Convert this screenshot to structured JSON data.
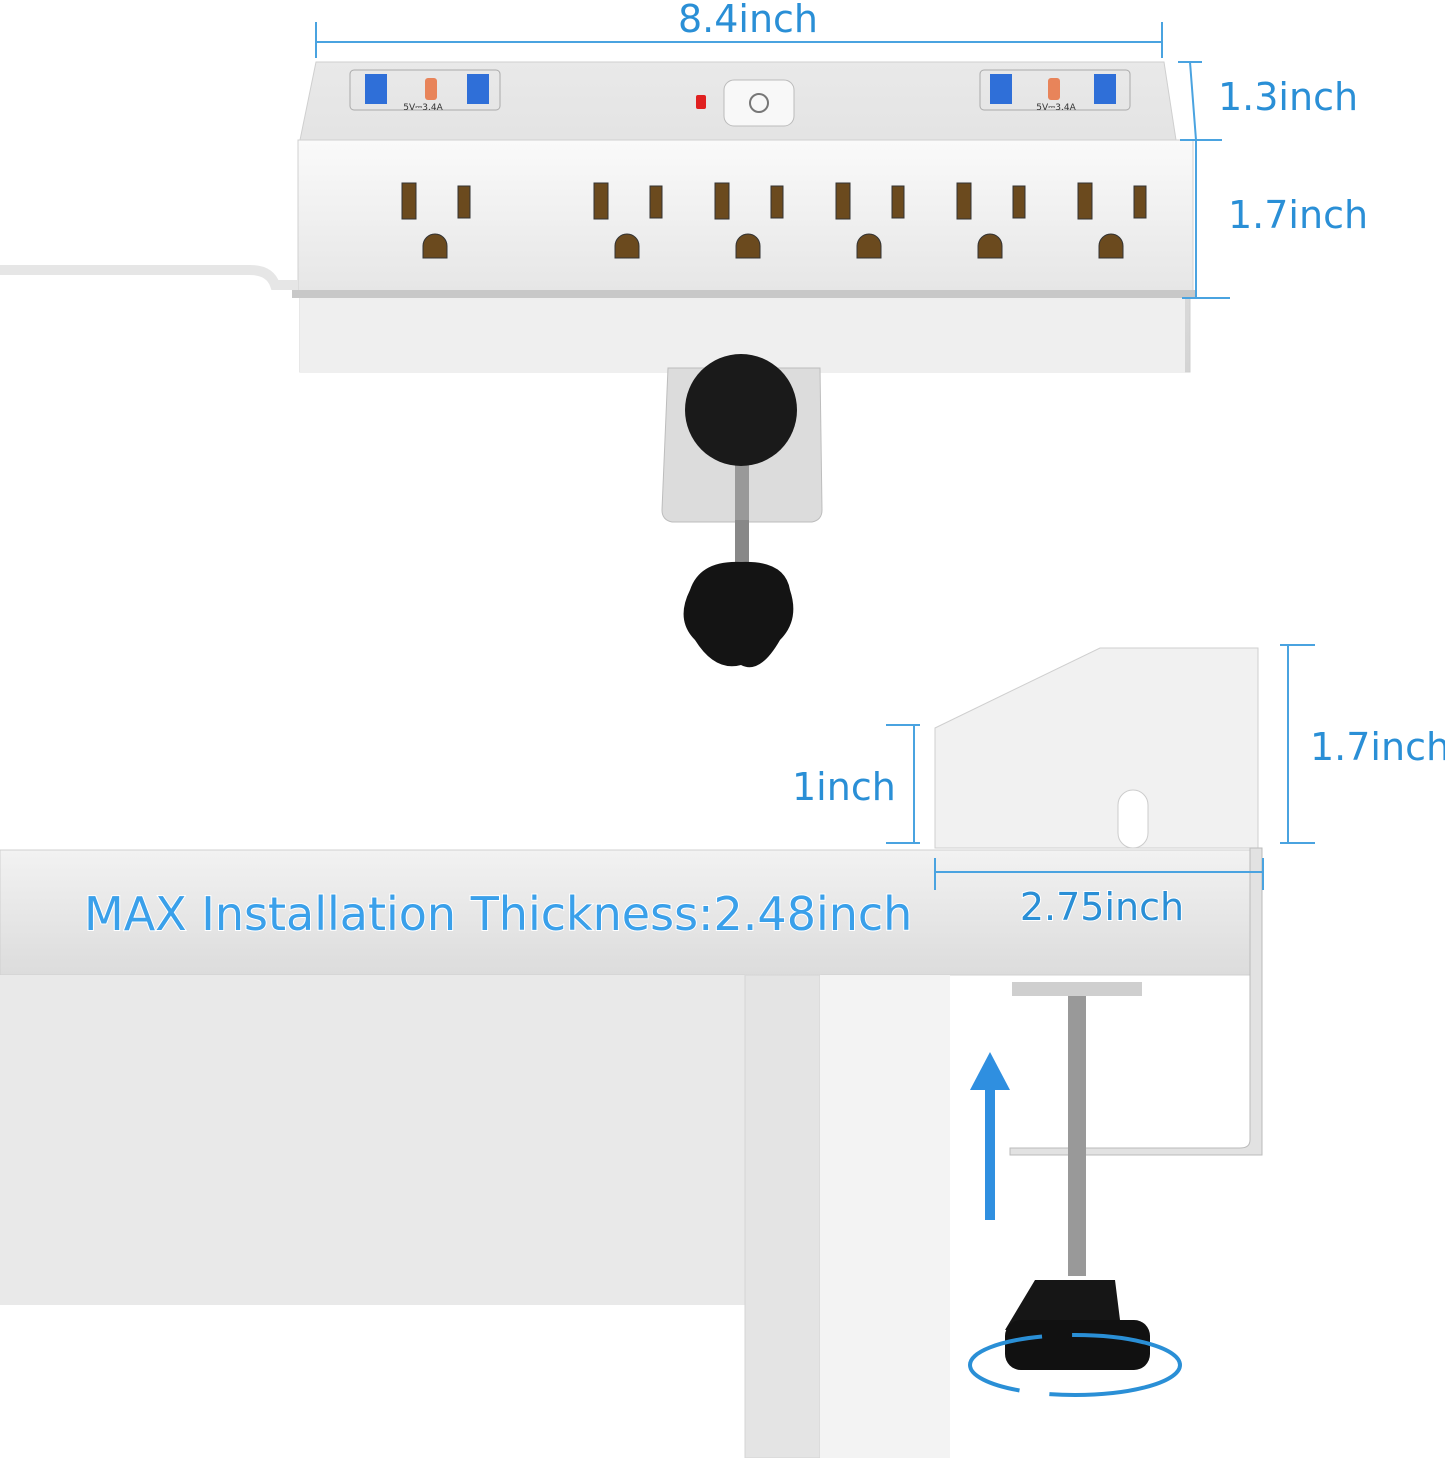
{
  "dimensions": {
    "width": "8.4inch",
    "top_height": "1.3inch",
    "front_height": "1.7inch",
    "side_height": "1.7inch",
    "clamp_depth": "1inch",
    "side_depth": "2.75inch"
  },
  "headline": "MAX Installation Thickness:2.48inch",
  "usb_panels": [
    {
      "rating": "5V⎓3.4A"
    },
    {
      "rating": "5V⎓3.4A"
    }
  ],
  "outlet_count": 6,
  "colors": {
    "dimension_blue": "#2a8fd6",
    "usb_blue": "#2f6fd8",
    "usb_c_orange": "#e8845a",
    "indicator_red": "#e02020",
    "outlet_brown": "#6b4a1e"
  }
}
